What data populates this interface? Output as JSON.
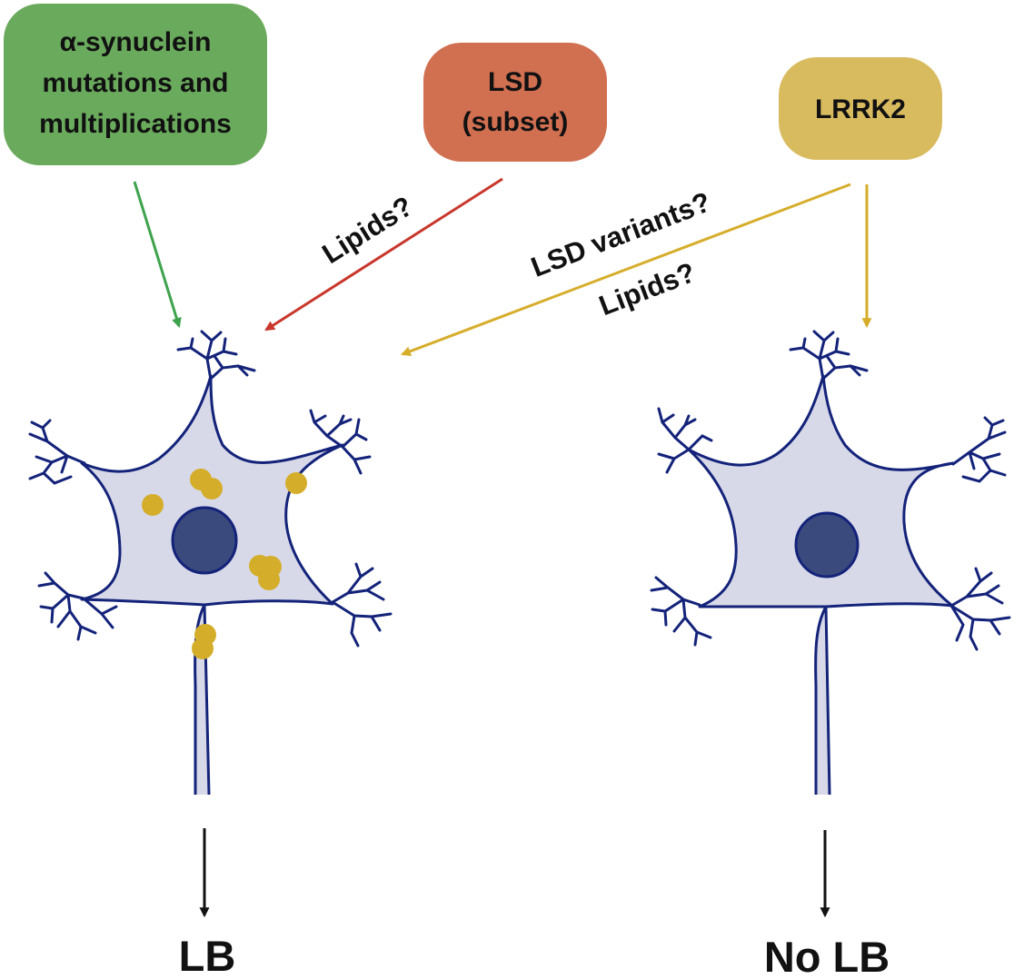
{
  "boxes": {
    "synuclein": {
      "lines": [
        "α-synuclein",
        "mutations and",
        "multiplications"
      ],
      "color": "#6aaa5c"
    },
    "lsd": {
      "lines": [
        "LSD",
        "(subset)"
      ],
      "color": "#d16f51"
    },
    "lrrk2": {
      "lines": [
        "LRRK2"
      ],
      "color": "#d9bb5f"
    }
  },
  "edges": {
    "lsd_label": "Lipids?",
    "lrrk2_label_1": "LSD variants?",
    "lrrk2_label_2": "Lipids?"
  },
  "outcomes": {
    "left": "LB",
    "right": "No LB"
  },
  "colors": {
    "green_arrow": "#3fa34d",
    "red_arrow": "#c9372c",
    "yellow_arrow": "#d6ad2b",
    "neuron_outline": "#14237a",
    "neuron_fill": "#d8d9e8",
    "nucleus": "#3a4a7d",
    "inclusion": "#d4ae2a"
  }
}
